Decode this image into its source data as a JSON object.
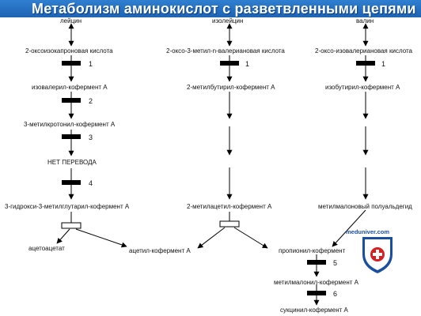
{
  "title": "Метаболизм аминокислот с разветвленными цепями",
  "columns": {
    "left": {
      "amino_acid": "лейцин",
      "keto_acid": "2-оксоизокапроновая кислота",
      "step1": "1",
      "acyl_coa": "изовалерил-кофермент А",
      "step2": "2",
      "crotonyl": "3-метилкротонил-кофермент А",
      "step3": "3",
      "no_translation": "НЕТ ПЕРЕВОДА",
      "step4": "4",
      "hmg": "3-гидрокси-3-метилглутарил-кофермент А",
      "acetoacetate": "ацетоацетат",
      "acetyl_coa": "ацетил-кофермент А"
    },
    "middle": {
      "amino_acid": "изолейцин",
      "keto_acid": "2-оксо-3-метил-n-валериановая кислота",
      "step1": "1",
      "acyl_coa": "2-метилбутирил-кофермент А",
      "acetoacetyl": "2-метилацетил-кофермент А"
    },
    "right": {
      "amino_acid": "валин",
      "keto_acid": "2-оксо-изовалериановая кислота",
      "step1": "1",
      "acyl_coa": "изобутирил-кофермент А",
      "semialdehyde": "метилмалоновый полуальдегид",
      "propionyl": "пропионил-кофермент",
      "step5": "5",
      "methylmalonyl": "метилмалонил-кофермент А",
      "step6": "6",
      "succinyl": "сукцинил-кофермент А"
    }
  },
  "watermark": "meduniver.com",
  "colors": {
    "title_bar": "#2268b8",
    "title_text": "#ffffff",
    "block": "#000000",
    "logo_red": "#d42020",
    "logo_blue": "#1a4fa0"
  }
}
